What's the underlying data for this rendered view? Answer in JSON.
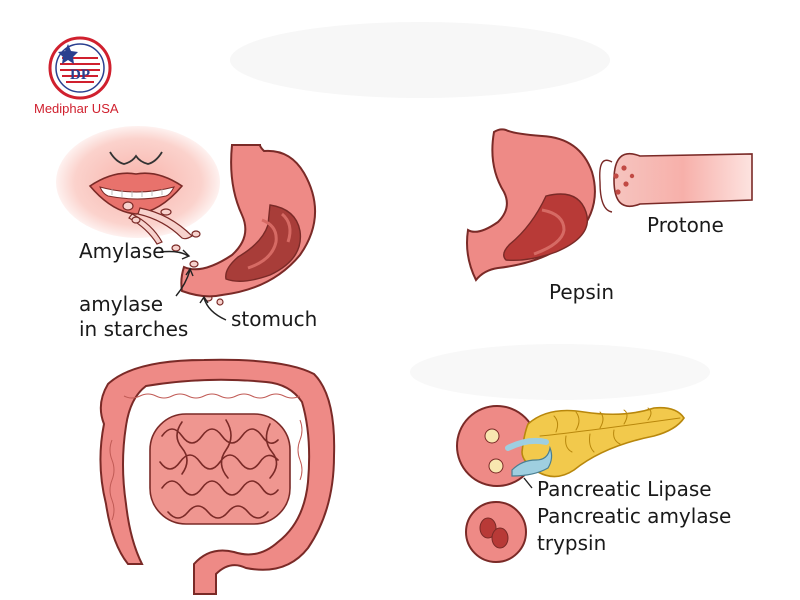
{
  "brand": {
    "monogram": "DP",
    "name": "Mediphar USA",
    "icon": "star-seal-logo-icon",
    "color_red": "#d0202e",
    "color_blue": "#2a3f8f"
  },
  "mouth_stomach_panel": {
    "label_amylase": "Amylase",
    "label_amylase_starches_line1": "amylase",
    "label_amylase_starches_line2": "in starches",
    "label_stomach": "stomuch"
  },
  "stomach_pepsin_panel": {
    "label_pepsin": "Pepsin",
    "label_protone": "Protone"
  },
  "intestine_panel": {},
  "pancreas_panel": {
    "label_lipase": "Pancreatic Lipase",
    "label_amylase": "Pancreatic amylase",
    "label_trypsin": "trypsin"
  },
  "colors": {
    "tissue": "#ee8a86",
    "tissue_light": "#f7c0bb",
    "tissue_dark": "#a83d39",
    "lining": "#b83a37",
    "pancreas": "#f2c94c",
    "duct": "#9fcfe0",
    "outline": "#7a2a27"
  }
}
